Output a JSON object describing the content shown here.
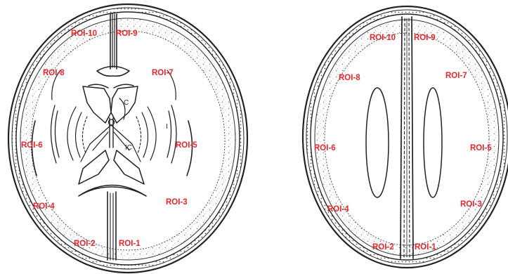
{
  "colors": {
    "roi_label": "#e8262b",
    "ink": "#222222"
  },
  "left_section": {
    "roi_labels": [
      "ROI-10",
      "ROI-9",
      "ROI-8",
      "ROI-7",
      "ROI-6",
      "ROI-5",
      "ROI-4",
      "ROI-3",
      "ROI-2",
      "ROI-1"
    ],
    "structure_labels": {
      "c": "C",
      "i": "I",
      "ic": "IC"
    }
  },
  "right_section": {
    "roi_labels": [
      "ROI-10",
      "ROI-9",
      "ROI-8",
      "ROI-7",
      "ROI-6",
      "ROI-5",
      "ROI-4",
      "ROI-3",
      "ROI-2",
      "ROI-1"
    ]
  }
}
